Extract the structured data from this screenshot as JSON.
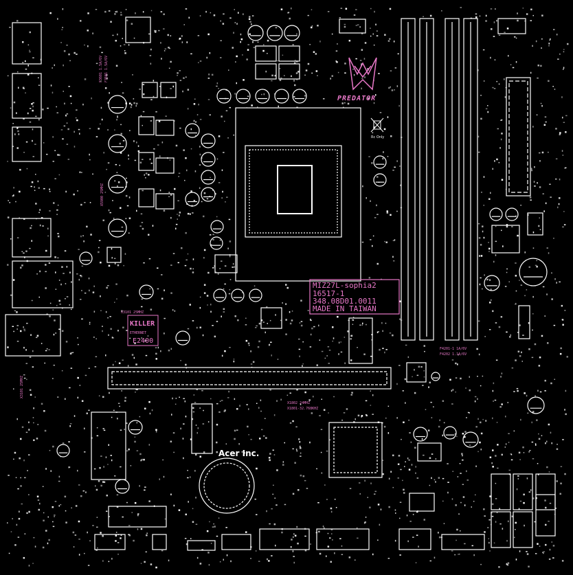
{
  "board": {
    "model_box": {
      "line1": "MIZ27L-sophia2",
      "line2": "16517-1",
      "line3": "348.08D01.0011",
      "line4": "MADE IN TAIWAN"
    },
    "brand_logo_text": "PREDATOR",
    "manufacturer": "Acer Inc.",
    "killer_logo": {
      "top": "KILLER",
      "mid": "ETHERNET",
      "bottom": "E2400"
    },
    "killer_xtal": "X3101 25MHZ",
    "crystal_labels": [
      "X1802 24MHZ",
      "X1801-32.768KHZ"
    ],
    "fuse_labels_left": [
      "F3601 1.5A/6V",
      "F3501 1.5A/6V"
    ],
    "fuse_labels_right": [
      "F4201-1 1A/6V",
      "F4202 1.1A/6V"
    ],
    "side_labels": [
      "X3101 25MHZ",
      "X5900 25MHZ"
    ],
    "recycle_text": "Rc Only",
    "colors": {
      "trace": "#ffffff",
      "silk": "#e878c8",
      "background": "#000000"
    }
  }
}
